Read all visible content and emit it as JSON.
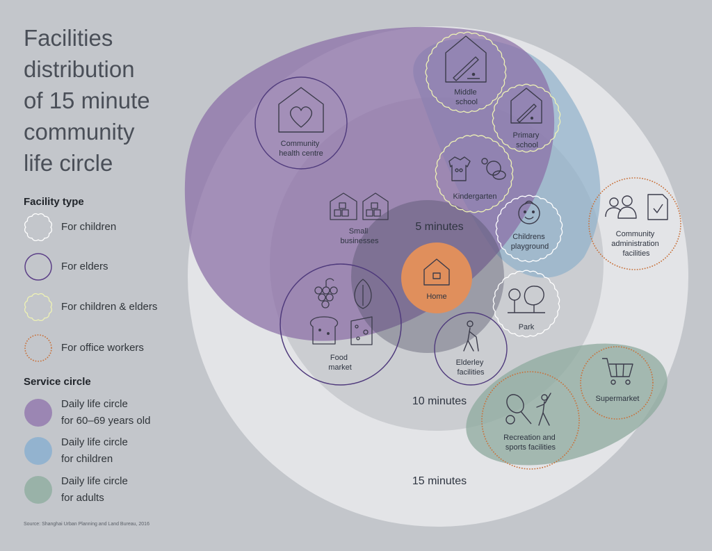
{
  "title_lines": [
    "Facilities",
    "distribution",
    "of 15 minute",
    "community",
    "life circle"
  ],
  "legend": {
    "facility_heading": "Facility type",
    "facility_types": [
      {
        "label": "For children",
        "style": "white-scallop"
      },
      {
        "label": "For elders",
        "style": "purple-ring"
      },
      {
        "label": "For children & elders",
        "style": "yellow-scallop"
      },
      {
        "label": "For office workers",
        "style": "orange-dotted"
      }
    ],
    "service_heading": "Service circle",
    "service_circles": [
      {
        "line1": "Daily life circle",
        "line2": "for 60–69 years old",
        "color": "#9b86b3"
      },
      {
        "line1": "Daily life circle",
        "line2": "for children",
        "color": "#93b3cf"
      },
      {
        "line1": "Daily life circle",
        "line2": "for adults",
        "color": "#99b2a8"
      }
    ]
  },
  "source": "Source: Shanghai Urban Planning and Land Bureau, 2016",
  "rings": {
    "five": "5 minutes",
    "ten": "10 minutes",
    "fifteen": "15 minutes"
  },
  "facilities": {
    "middle_school": [
      "Middle",
      "school"
    ],
    "primary_school": [
      "Primary",
      "school"
    ],
    "kindergarten": [
      "Kindergarten"
    ],
    "childrens_playground": [
      "Childrens",
      "playground"
    ],
    "community_health": [
      "Community",
      "health centre"
    ],
    "small_businesses": [
      "Small",
      "businesses"
    ],
    "home": [
      "Home"
    ],
    "food_market": [
      "Food",
      "market"
    ],
    "elderley": [
      "Elderley",
      "facilities"
    ],
    "park": [
      "Park"
    ],
    "community_admin": [
      "Community",
      "administration",
      "facilities"
    ],
    "supermarket": [
      "Supermarket"
    ],
    "recreation": [
      "Recreation and",
      "sports facilities"
    ]
  },
  "colors": {
    "background": "#c3c6cb",
    "elders_purple": "#5b3f87",
    "children_yellow": "#e8ecae",
    "office_orange": "#c8723c",
    "home_orange": "#e08f5c"
  }
}
